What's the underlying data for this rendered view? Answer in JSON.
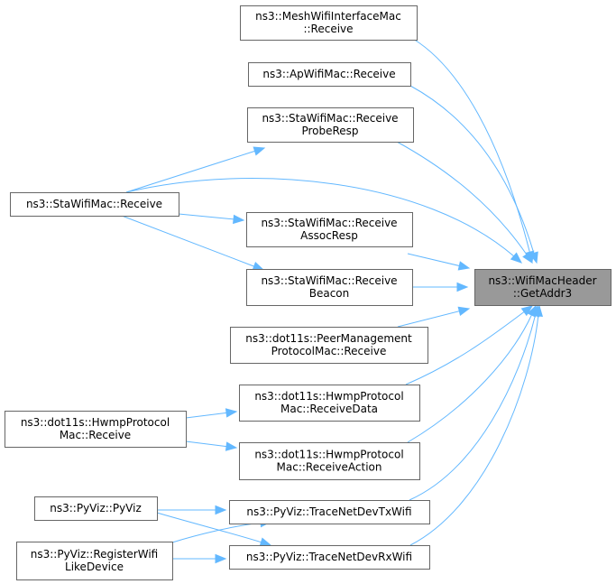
{
  "diagram": {
    "colors": {
      "edge": "#63b8ff",
      "node_border": "#666666",
      "focus_fill": "#999999",
      "background": "#ffffff"
    },
    "nodes": {
      "getaddr3": {
        "lines": [
          "ns3::WifiMacHeader",
          "::GetAddr3"
        ],
        "focus": true
      },
      "mesh_receive": {
        "lines": [
          "ns3::MeshWifiInterfaceMac",
          "::Receive"
        ]
      },
      "ap_receive": {
        "lines": [
          "ns3::ApWifiMac::Receive"
        ]
      },
      "sta_probe": {
        "lines": [
          "ns3::StaWifiMac::Receive",
          "ProbeResp"
        ]
      },
      "sta_receive": {
        "lines": [
          "ns3::StaWifiMac::Receive"
        ]
      },
      "sta_assoc": {
        "lines": [
          "ns3::StaWifiMac::Receive",
          "AssocResp"
        ]
      },
      "sta_beacon": {
        "lines": [
          "ns3::StaWifiMac::Receive",
          "Beacon"
        ]
      },
      "peer_receive": {
        "lines": [
          "ns3::dot11s::PeerManagement",
          "ProtocolMac::Receive"
        ]
      },
      "hwmp_data": {
        "lines": [
          "ns3::dot11s::HwmpProtocol",
          "Mac::ReceiveData"
        ]
      },
      "hwmp_receive": {
        "lines": [
          "ns3::dot11s::HwmpProtocol",
          "Mac::Receive"
        ]
      },
      "hwmp_action": {
        "lines": [
          "ns3::dot11s::HwmpProtocol",
          "Mac::ReceiveAction"
        ]
      },
      "pyviz": {
        "lines": [
          "ns3::PyViz::PyViz"
        ]
      },
      "tx_wifi": {
        "lines": [
          "ns3::PyViz::TraceNetDevTxWifi"
        ]
      },
      "register": {
        "lines": [
          "ns3::PyViz::RegisterWifi",
          "LikeDevice"
        ]
      },
      "rx_wifi": {
        "lines": [
          "ns3::PyViz::TraceNetDevRxWifi"
        ]
      }
    },
    "edges": [
      {
        "from": "mesh_receive",
        "to": "getaddr3"
      },
      {
        "from": "ap_receive",
        "to": "getaddr3"
      },
      {
        "from": "sta_probe",
        "to": "getaddr3"
      },
      {
        "from": "sta_receive",
        "to": "getaddr3"
      },
      {
        "from": "sta_receive",
        "to": "sta_probe"
      },
      {
        "from": "sta_receive",
        "to": "sta_assoc"
      },
      {
        "from": "sta_receive",
        "to": "sta_beacon"
      },
      {
        "from": "sta_assoc",
        "to": "getaddr3"
      },
      {
        "from": "sta_beacon",
        "to": "getaddr3"
      },
      {
        "from": "peer_receive",
        "to": "getaddr3"
      },
      {
        "from": "hwmp_data",
        "to": "getaddr3"
      },
      {
        "from": "hwmp_receive",
        "to": "hwmp_data"
      },
      {
        "from": "hwmp_receive",
        "to": "hwmp_action"
      },
      {
        "from": "hwmp_action",
        "to": "getaddr3"
      },
      {
        "from": "pyviz",
        "to": "tx_wifi"
      },
      {
        "from": "pyviz",
        "to": "rx_wifi"
      },
      {
        "from": "tx_wifi",
        "to": "getaddr3"
      },
      {
        "from": "register",
        "to": "tx_wifi"
      },
      {
        "from": "register",
        "to": "rx_wifi"
      },
      {
        "from": "rx_wifi",
        "to": "getaddr3"
      }
    ]
  }
}
